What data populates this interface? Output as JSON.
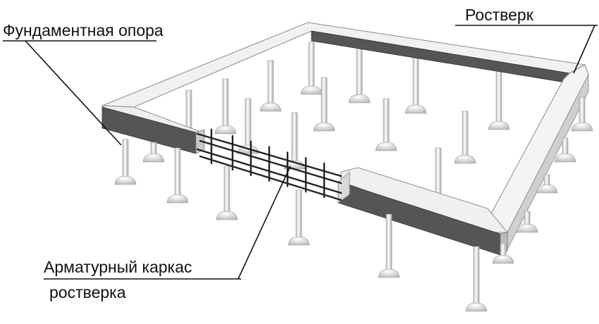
{
  "labels": {
    "pile": "Фундаментная опора",
    "grillage": "Ростверк",
    "frame_line1": "Арматурный каркас",
    "frame_line2": "ростверка"
  },
  "colors": {
    "beam_top": "#f2f2f2",
    "beam_front": "#555555",
    "beam_side": "#cfcfcf",
    "pile": "#f4f4f4",
    "pile_edge": "#9a9a9a",
    "rebar": "#222222",
    "leader": "#111111"
  }
}
